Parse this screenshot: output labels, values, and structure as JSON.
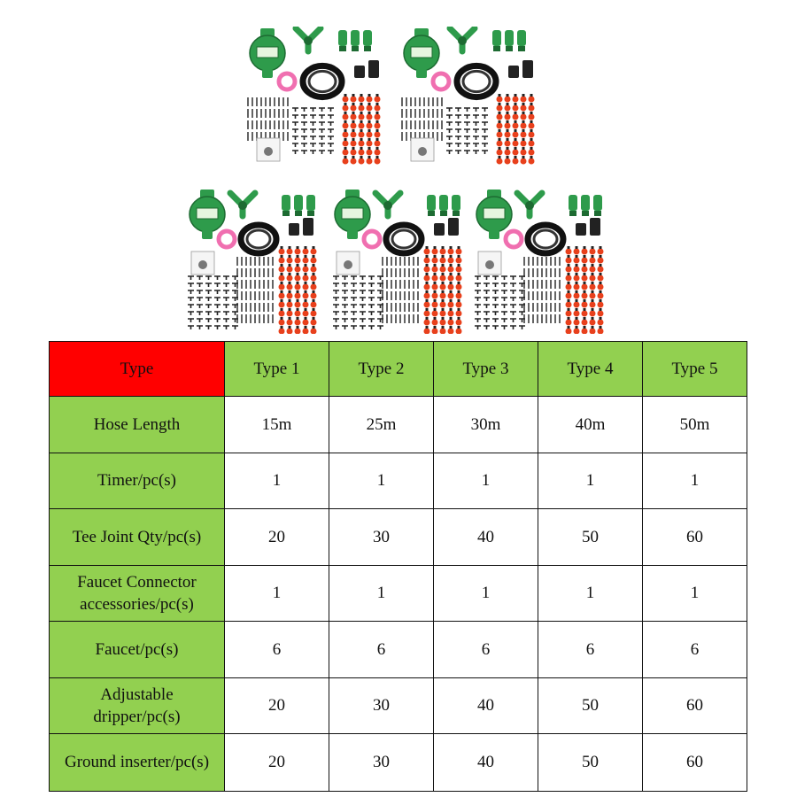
{
  "colors": {
    "header_bg": "#92d050",
    "corner_bg": "#ff0000",
    "cell_bg": "#ffffff",
    "timer_green": "#2e9b4b",
    "dripper_red": "#e8401c",
    "hose_black": "#111111",
    "tape_pink": "#f06fb0"
  },
  "product_images": [
    {
      "name": "kit-image-1"
    },
    {
      "name": "kit-image-2"
    },
    {
      "name": "kit-image-3"
    },
    {
      "name": "kit-image-4"
    },
    {
      "name": "kit-image-5"
    }
  ],
  "table": {
    "corner": "Type",
    "types": [
      "Type 1",
      "Type 2",
      "Type 3",
      "Type 4",
      "Type 5"
    ],
    "rows": [
      {
        "label": "Hose Length",
        "values": [
          "15m",
          "25m",
          "30m",
          "40m",
          "50m"
        ]
      },
      {
        "label": "Timer/pc(s)",
        "values": [
          "1",
          "1",
          "1",
          "1",
          "1"
        ]
      },
      {
        "label": "Tee Joint Qty/pc(s)",
        "values": [
          "20",
          "30",
          "40",
          "50",
          "60"
        ]
      },
      {
        "label": "Faucet Connector accessories/pc(s)",
        "values": [
          "1",
          "1",
          "1",
          "1",
          "1"
        ]
      },
      {
        "label": "Faucet/pc(s)",
        "values": [
          "6",
          "6",
          "6",
          "6",
          "6"
        ]
      },
      {
        "label": "Adjustable dripper/pc(s)",
        "values": [
          "20",
          "30",
          "40",
          "50",
          "60"
        ]
      },
      {
        "label": "Ground inserter/pc(s)",
        "values": [
          "20",
          "30",
          "40",
          "50",
          "60"
        ]
      }
    ]
  }
}
